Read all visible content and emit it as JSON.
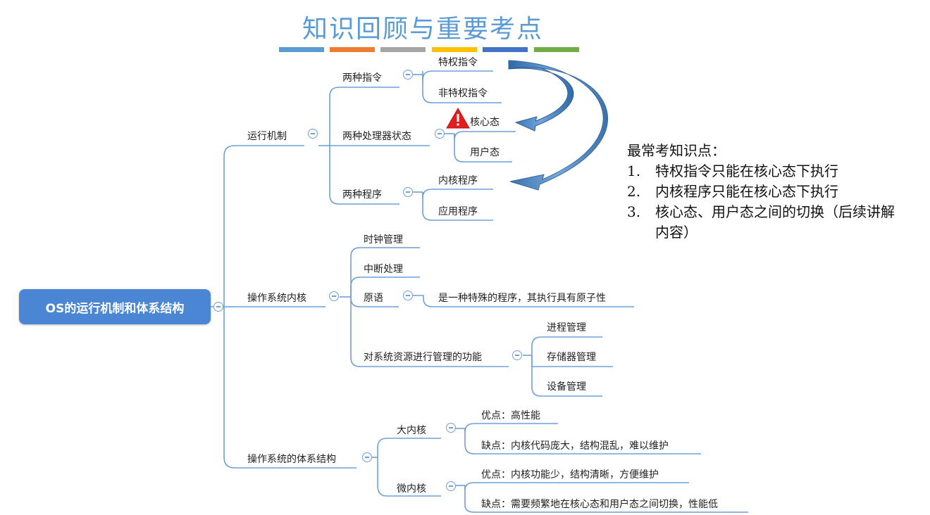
{
  "title": "知识回顾与重要考点",
  "color_bars": [
    "#5b9bd5",
    "#ed7d31",
    "#a5a5a5",
    "#ffc000",
    "#4472c4",
    "#70ad47"
  ],
  "root": "OS的运行机制和体系结构",
  "branch1": {
    "label": "运行机制",
    "sub1": {
      "label": "两种指令",
      "items": [
        "特权指令",
        "非特权指令"
      ]
    },
    "sub2": {
      "label": "两种处理器状态",
      "items": [
        "核心态",
        "用户态"
      ]
    },
    "sub3": {
      "label": "两种程序",
      "items": [
        "内核程序",
        "应用程序"
      ]
    }
  },
  "branch2": {
    "label": "操作系统内核",
    "sub1": {
      "label": "时钟管理"
    },
    "sub2": {
      "label": "中断处理"
    },
    "sub3": {
      "label": "原语",
      "detail": "是一种特殊的程序，其执行具有原子性"
    },
    "sub4": {
      "label": "对系统资源进行管理的功能",
      "items": [
        "进程管理",
        "存储器管理",
        "设备管理"
      ]
    }
  },
  "branch3": {
    "label": "操作系统的体系结构",
    "sub1": {
      "label": "大内核",
      "items": [
        "优点：高性能",
        "缺点：内核代码庞大，结构混乱，难以维护"
      ]
    },
    "sub2": {
      "label": "微内核",
      "items": [
        "优点：内核功能少，结构清晰，方便维护",
        "缺点：需要频繁地在核心态和用户态之间切换，性能低"
      ]
    }
  },
  "notes": {
    "heading": "最常考知识点：",
    "items": [
      {
        "num": "1.",
        "text": "特权指令只能在核心态下执行"
      },
      {
        "num": "2.",
        "text": "内核程序只能在核心态下执行"
      },
      {
        "num": "3.",
        "text": "核心态、用户态之间的切换（后续讲解内容）"
      }
    ]
  },
  "icons": {
    "warning": "warning-icon",
    "collapse": "collapse-icon",
    "arrow": "curved-arrow-icon"
  }
}
